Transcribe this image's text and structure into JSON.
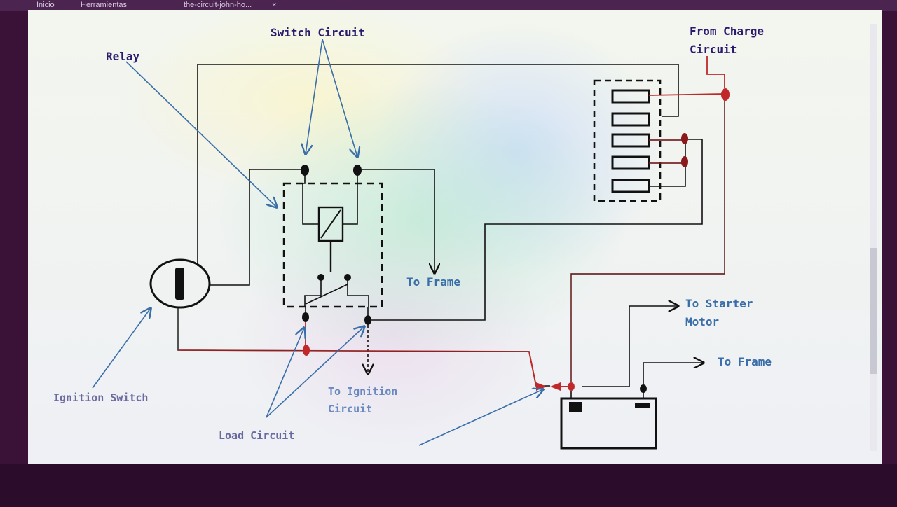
{
  "browser": {
    "tabs": [
      "Inicio",
      "Herramientas",
      "the-circuit-john-ho..."
    ]
  },
  "labels": {
    "relay": "Relay",
    "switch_circuit": "Switch Circuit",
    "from_charge_1": "From Charge",
    "from_charge_2": "Circuit",
    "to_frame_1": "To Frame",
    "to_starter_1": "To Starter",
    "to_starter_2": "Motor",
    "to_frame_2": "To Frame",
    "to_ignition_1": "To Ignition",
    "to_ignition_2": "Circuit",
    "ignition_switch": "Ignition Switch",
    "load_circuit": "Load Circuit"
  },
  "colors": {
    "wire_black": "#111111",
    "wire_red": "#c0282a",
    "label_dark": "#2a1a6e",
    "label_blue": "#3a6ea8",
    "label_gray": "#6a6aa0",
    "arrow_blue": "#3a6ea8"
  }
}
